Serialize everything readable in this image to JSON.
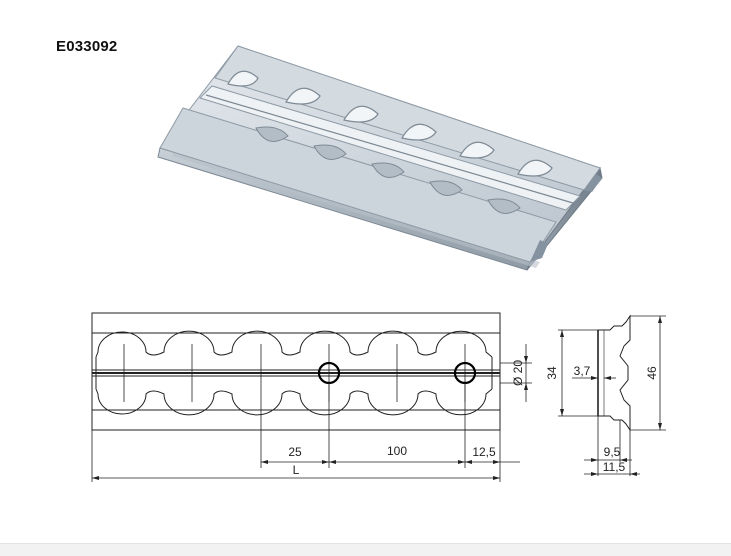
{
  "product": {
    "code": "E033092"
  },
  "dimensions": {
    "spacing_first": "25",
    "pitch": "100",
    "end_offset": "12,5",
    "length": "L",
    "hole_diameter": "Ø 20",
    "inner_height": "34",
    "slot_width": "3,7",
    "outer_height": "46",
    "base_width": "9,5",
    "total_width": "11,5"
  },
  "colors": {
    "rail_light": "#d6dde3",
    "rail_mid": "#a9b4be",
    "rail_dark": "#6f7c88",
    "line": "#222222",
    "highlight_circle": "#000000"
  }
}
